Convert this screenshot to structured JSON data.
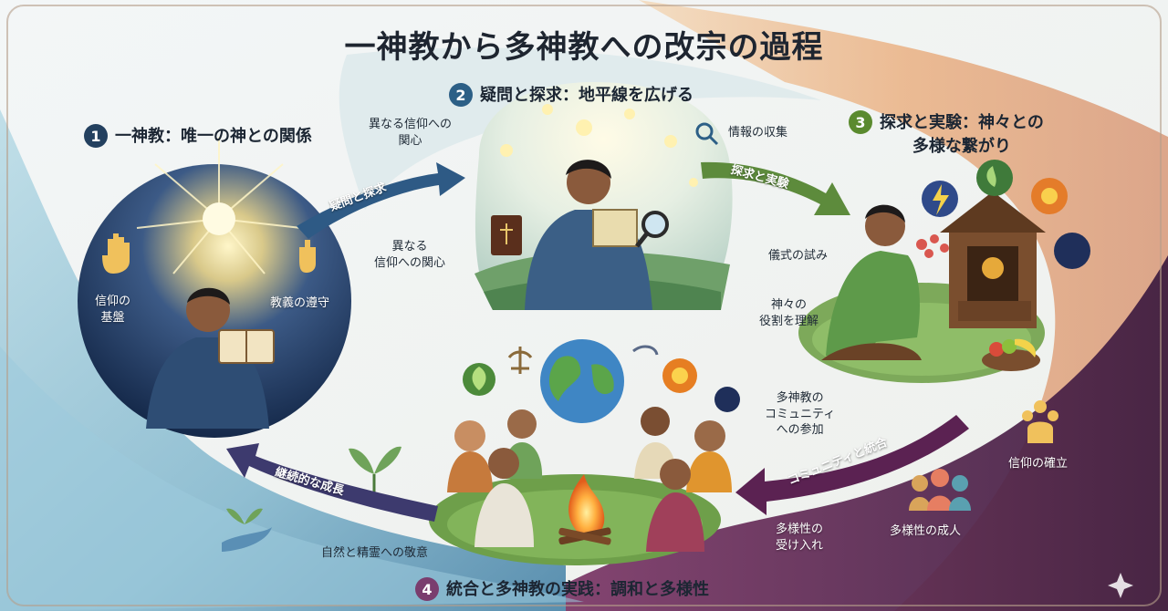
{
  "title": "一神教から多神教への改宗の過程",
  "steps": [
    {
      "num": "1",
      "label": "一神教：唯一の神との関係",
      "color": "#23405f"
    },
    {
      "num": "2",
      "label": "疑問と探求：地平線を広げる",
      "color": "#2c5f86"
    },
    {
      "num": "3",
      "lines": [
        "探求と実験：神々との",
        "多様な繋がり"
      ],
      "color": "#5a8a2e"
    },
    {
      "num": "4",
      "label": "統合と多神教の実践：調和と多様性",
      "color": "#7a3d6e"
    }
  ],
  "arrows": {
    "inquiry": "疑問と探求",
    "experiment": "探求と実験",
    "community": "コミュニティと統合",
    "growth": "継続的な成長"
  },
  "labels": {
    "faith_foundation": [
      "信仰の",
      "基盤"
    ],
    "doctrine": "教義の遵守",
    "interest_top": [
      "異なる信仰への",
      "関心"
    ],
    "interest_bottom": [
      "異なる",
      "信仰への関心"
    ],
    "info": "情報の収集",
    "ritual": "儀式の試み",
    "roles": [
      "神々の",
      "役割を理解"
    ],
    "poly_community": [
      "多神教の",
      "コミュニティ",
      "への参加"
    ],
    "faith_established": "信仰の確立",
    "diversity_adult": "多様性の成人",
    "diversity_accept": [
      "多様性の",
      "受け入れ"
    ],
    "nature_respect": "自然と精霊への敬意"
  },
  "colors": {
    "left_wave": "#8fc3d6",
    "top_wave": "#c9b58f",
    "purple_wave": "#4a2048",
    "green_arrow": "#5d8b3c",
    "blue_arrow": "#2e5a85",
    "purple_arrow": "#5b2252",
    "step1": "#23405f",
    "step2": "#2c5f86",
    "step3": "#5a8a2e",
    "step4": "#7a3d6e"
  }
}
